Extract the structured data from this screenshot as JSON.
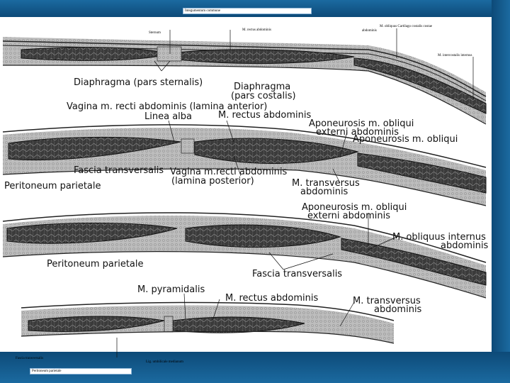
{
  "slide": {
    "labels": {
      "integumentum": "Integumentum commune",
      "sternum": "Sternum",
      "m_rectus_top": "M. rectus abdominis",
      "m_obliquus_cartilago": "M. obliquus Cartilago costalis costae",
      "abdominis_small": "abdominis",
      "m_intercostalis": "M. intercostalis internus",
      "fascia_transversalis_bottom": "Fascia transversalis",
      "lig_umbilicale": "Lig. umbilicale medianum",
      "peritoneum_bottom": "Peritoneum parietale"
    }
  },
  "figure": {
    "labels": {
      "diaphragma_sternalis": "Diaphragma (pars sternalis)",
      "diaphragma_costalis_1": "Diaphragma",
      "diaphragma_costalis_2": "(pars costalis)",
      "vagina_anterior": "Vagina m. recti abdominis (lamina anterior)",
      "linea_alba": "Linea alba",
      "m_rectus_2": "M. rectus abdominis",
      "apon_ext_1a": "Aponeurosis m. obliqui",
      "apon_ext_1b": "externi abdominis",
      "apon_int_1": "Aponeurosis m. obliqui",
      "fascia_transv_1": "Fascia transversalis",
      "vagina_posterior_1": "Vagina m.recti abdominis",
      "vagina_posterior_2": "(lamina posterior)",
      "peritoneum_1": "Peritoneum parietale",
      "m_transversus_1a": "M. transversus",
      "m_transversus_1b": "abdominis",
      "apon_ext_2a": "Aponeurosis m. obliqui",
      "apon_ext_2b": "externi abdominis",
      "m_obliquus_int_a": "M. obliquus internus",
      "m_obliquus_int_b": "abdominis",
      "peritoneum_2": "Peritoneum parietale",
      "fascia_transv_2": "Fascia transversalis",
      "m_pyramidalis": "M. pyramidalis",
      "m_rectus_3": "M. rectus abdominis",
      "m_transversus_2a": "M. transversus",
      "m_transversus_2b": "abdominis"
    }
  }
}
